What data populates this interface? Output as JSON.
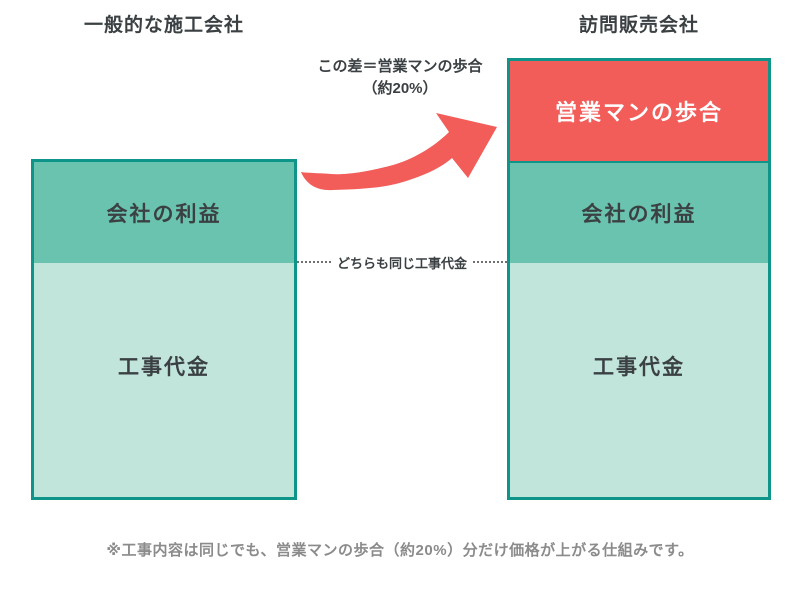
{
  "diagram": {
    "left_column": {
      "title": "一般的な施工会社",
      "segments": [
        {
          "label": "会社の利益"
        },
        {
          "label": "工事代金"
        }
      ]
    },
    "right_column": {
      "title": "訪問販売会社",
      "segments": [
        {
          "label": "営業マンの歩合"
        },
        {
          "label": "会社の利益"
        },
        {
          "label": "工事代金"
        }
      ]
    },
    "arrow_annotation": {
      "line1": "この差＝営業マンの歩合",
      "line2": "（約20%）"
    },
    "connector_label": "どちらも同じ工事代金",
    "footnote": "※工事内容は同じでも、営業マンの歩合（約20%）分だけ価格が上がる仕組みです。"
  },
  "colors": {
    "commission_red": "#F25C59",
    "profit_teal": "#6AC3AF",
    "cost_light_teal": "#C2E5DB",
    "border_teal": "#0E9488",
    "text_dark": "#3B4043",
    "text_gray": "#8B8B8B",
    "label_white": "#FFFFFF"
  }
}
